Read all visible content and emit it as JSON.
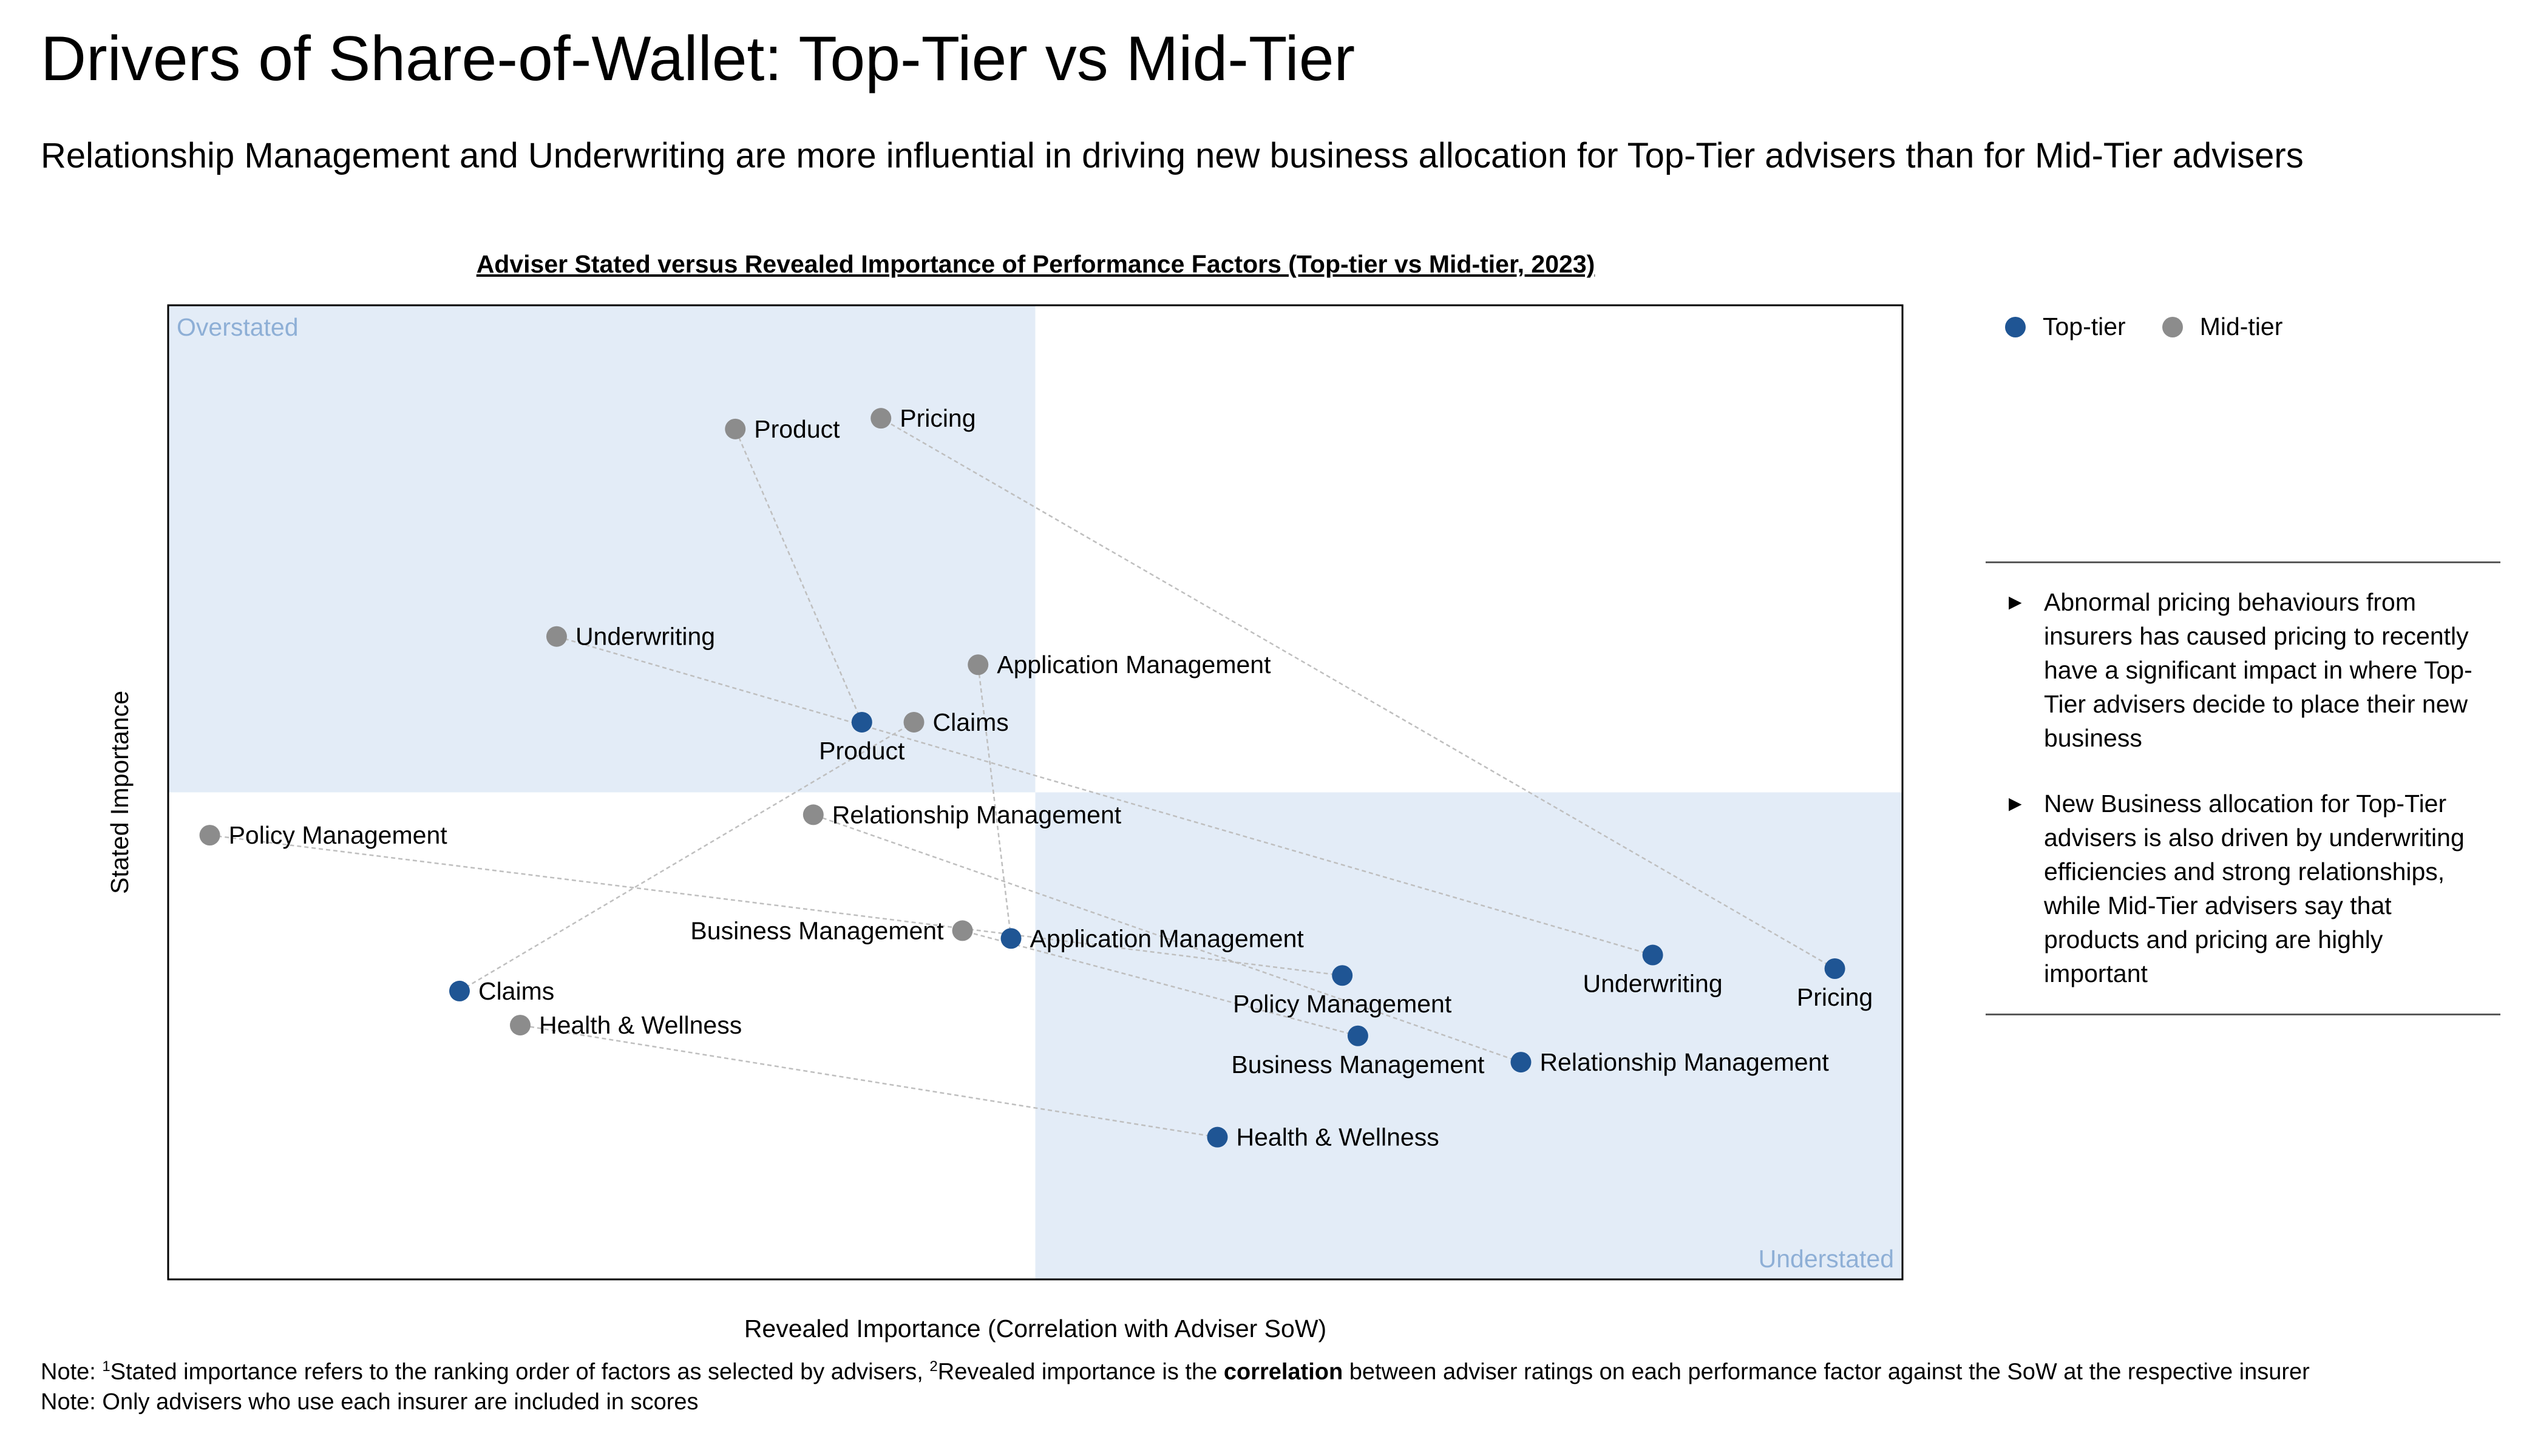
{
  "page": {
    "title": "Drivers of Share-of-Wallet: Top-Tier vs Mid-Tier",
    "subtitle": "Relationship Management and Underwriting are more influential in driving new business allocation for Top-Tier advisers than for Mid-Tier advisers"
  },
  "colors": {
    "top_tier": "#1F5594",
    "mid_tier": "#8C8C8C",
    "quadrant_fill": "#E3ECF7",
    "quadrant_label": "#8EAFD6",
    "connector": "#BFBFBF"
  },
  "legend": {
    "top_label": "Top-tier",
    "mid_label": "Mid-tier"
  },
  "bullets": [
    {
      "arrow": "▶",
      "text": "Abnormal pricing behaviours from insurers has caused pricing to recently have a significant impact in where Top-Tier advisers decide to place their new business"
    },
    {
      "arrow": "▶",
      "text": "New Business allocation for Top-Tier advisers is also driven by underwriting efficiencies and strong relationships, while Mid-Tier advisers say that products and pricing are highly important"
    }
  ],
  "footnotes": {
    "line1_a": "Note: ",
    "line1_sup1": "1",
    "line1_b": "Stated importance refers to the ranking order of factors as selected by advisers, ",
    "line1_sup2": "2",
    "line1_c": "Revealed importance is the ",
    "line1_bold": "correlation",
    "line1_d": " between adviser ratings on each performance factor against the SoW at the respective insurer",
    "line2": "Note: Only advisers who use each insurer are included in scores"
  },
  "chart_data": {
    "type": "scatter",
    "title": "Adviser Stated versus Revealed Importance of Performance Factors (Top-tier vs Mid-tier, 2023)",
    "xlabel": "Revealed Importance (Correlation with Adviser SoW)",
    "ylabel": "Stated Importance",
    "xlim": [
      0,
      100
    ],
    "ylim": [
      0,
      100
    ],
    "grid": false,
    "legend_position": "top-right",
    "quadrant_labels": {
      "top_left": "Overstated",
      "bottom_right": "Understated"
    },
    "quadrant_split": {
      "x": 50,
      "y": 50
    },
    "series": [
      {
        "name": "Top-tier",
        "points": [
          {
            "label": "Product",
            "x": 40.0,
            "y": 57.2,
            "label_pos": "below"
          },
          {
            "label": "Application Management",
            "x": 48.6,
            "y": 35.0,
            "label_pos": "right"
          },
          {
            "label": "Claims",
            "x": 16.8,
            "y": 29.6,
            "label_pos": "right"
          },
          {
            "label": "Underwriting",
            "x": 85.6,
            "y": 33.3,
            "label_pos": "below"
          },
          {
            "label": "Pricing",
            "x": 96.1,
            "y": 31.9,
            "label_pos": "below"
          },
          {
            "label": "Policy Management",
            "x": 67.7,
            "y": 31.2,
            "label_pos": "below"
          },
          {
            "label": "Business Management",
            "x": 68.6,
            "y": 25.0,
            "label_pos": "below"
          },
          {
            "label": "Relationship Management",
            "x": 78.0,
            "y": 22.3,
            "label_pos": "right"
          },
          {
            "label": "Health & Wellness",
            "x": 60.5,
            "y": 14.6,
            "label_pos": "right"
          }
        ]
      },
      {
        "name": "Mid-tier",
        "points": [
          {
            "label": "Product",
            "x": 32.7,
            "y": 87.3,
            "label_pos": "right"
          },
          {
            "label": "Pricing",
            "x": 41.1,
            "y": 88.4,
            "label_pos": "right"
          },
          {
            "label": "Underwriting",
            "x": 22.4,
            "y": 66.0,
            "label_pos": "right"
          },
          {
            "label": "Application Management",
            "x": 46.7,
            "y": 63.1,
            "label_pos": "right"
          },
          {
            "label": "Claims",
            "x": 43.0,
            "y": 57.2,
            "label_pos": "right"
          },
          {
            "label": "Relationship Management",
            "x": 37.2,
            "y": 47.7,
            "label_pos": "right"
          },
          {
            "label": "Policy Management",
            "x": 2.4,
            "y": 45.6,
            "label_pos": "right"
          },
          {
            "label": "Business Management",
            "x": 45.8,
            "y": 35.8,
            "label_pos": "left"
          },
          {
            "label": "Health & Wellness",
            "x": 20.3,
            "y": 26.1,
            "label_pos": "right"
          }
        ]
      }
    ],
    "connectors": [
      "Product",
      "Pricing",
      "Underwriting",
      "Application Management",
      "Claims",
      "Relationship Management",
      "Policy Management",
      "Business Management",
      "Health & Wellness"
    ]
  }
}
